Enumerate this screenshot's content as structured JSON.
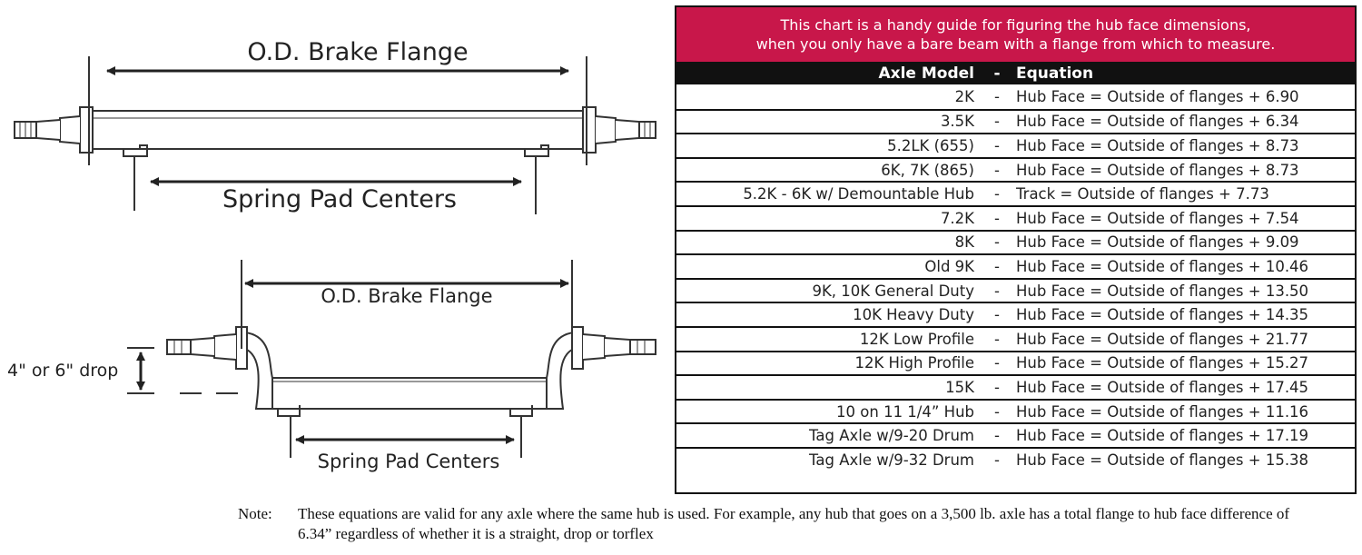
{
  "diagram": {
    "top": {
      "od_label": "O.D. Brake Flange",
      "spring_label": "Spring Pad Centers"
    },
    "bottom": {
      "od_label": "O.D. Brake Flange",
      "spring_label": "Spring Pad Centers",
      "drop_label": "4\" or 6\" drop"
    }
  },
  "chart": {
    "header_line1": "This chart is a handy guide for figuring the hub face dimensions,",
    "header_line2": "when you only have a bare beam with a flange from which to measure.",
    "header_color": "#c8174a",
    "col_model": "Axle Model",
    "col_dash": "-",
    "col_equation": "Equation",
    "rows": [
      {
        "model": "2K",
        "dash": "-",
        "equation": "Hub Face = Outside of flanges + 6.90"
      },
      {
        "model": "3.5K",
        "dash": "-",
        "equation": "Hub Face = Outside of flanges + 6.34"
      },
      {
        "model": "5.2LK (655)",
        "dash": "-",
        "equation": "Hub Face = Outside of flanges + 8.73"
      },
      {
        "model": "6K, 7K (865)",
        "dash": "-",
        "equation": "Hub Face = Outside of flanges + 8.73"
      },
      {
        "model": "5.2K - 6K w/ Demountable Hub",
        "dash": "-",
        "equation": "Track = Outside of flanges + 7.73"
      },
      {
        "model": "7.2K",
        "dash": "-",
        "equation": "Hub Face = Outside of flanges + 7.54"
      },
      {
        "model": "8K",
        "dash": "-",
        "equation": "Hub Face = Outside of flanges + 9.09"
      },
      {
        "model": "Old 9K",
        "dash": "-",
        "equation": "Hub Face = Outside of flanges + 10.46"
      },
      {
        "model": "9K, 10K General Duty",
        "dash": "-",
        "equation": "Hub Face = Outside of flanges + 13.50"
      },
      {
        "model": "10K Heavy Duty",
        "dash": "-",
        "equation": "Hub Face = Outside of flanges + 14.35"
      },
      {
        "model": "12K Low Profile",
        "dash": "-",
        "equation": "Hub Face = Outside of flanges + 21.77"
      },
      {
        "model": "12K High Profile",
        "dash": "-",
        "equation": "Hub Face = Outside of flanges + 15.27"
      },
      {
        "model": "15K",
        "dash": "-",
        "equation": "Hub Face = Outside of flanges + 17.45"
      },
      {
        "model": "10 on 11 1/4” Hub",
        "dash": "-",
        "equation": "Hub Face = Outside of flanges + 11.16"
      },
      {
        "model": "Tag Axle w/9-20 Drum",
        "dash": "-",
        "equation": "Hub Face = Outside of flanges + 17.19"
      },
      {
        "model": "Tag Axle w/9-32 Drum",
        "dash": "-",
        "equation": "Hub Face = Outside of flanges + 15.38"
      }
    ]
  },
  "note": {
    "label": "Note:",
    "text": "These equations are valid for any axle where the same hub is used.  For example, any hub that goes on a 3,500 lb. axle has a total flange to hub face difference of 6.34” regardless of whether it is a straight, drop or torflex"
  }
}
